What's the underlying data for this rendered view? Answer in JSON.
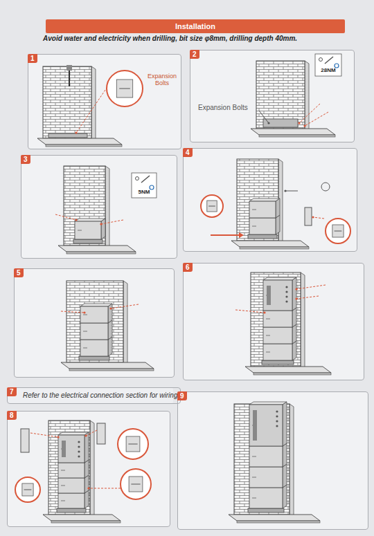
{
  "diagram": {
    "title": "Installation",
    "nodes": [
      {
        "text": [
          "Installation"
        ]
      },
      {
        "text": [
          "1"
        ]
      },
      {
        "text": [
          "2"
        ]
      },
      {
        "text": [
          "3"
        ]
      },
      {
        "text": [
          "4"
        ]
      },
      {
        "text": [
          "5"
        ]
      },
      {
        "text": [
          "6"
        ]
      },
      {
        "text": [
          "7",
          "Refer to the electrical connection section for wiring"
        ]
      },
      {
        "text": [
          "8"
        ]
      },
      {
        "text": [
          "9"
        ]
      }
    ],
    "labels": [
      "Avoid water and electricity when drilling, bit size φ8mm, drilling depth 40mm.",
      "Expansion Bolts",
      "Expansion Bolts",
      "28NM",
      "5NM"
    ]
  }
}
